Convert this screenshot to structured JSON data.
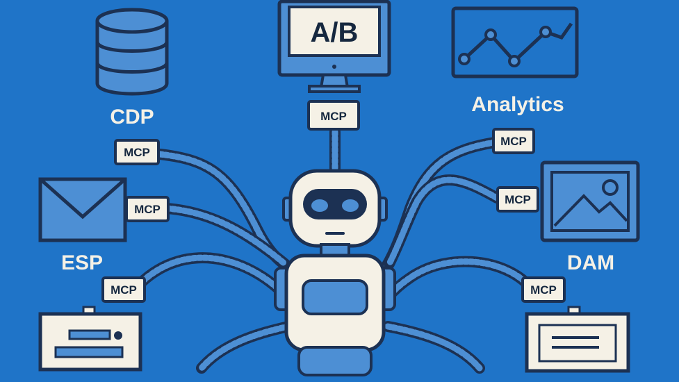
{
  "colors": {
    "background": "#1f74c8",
    "outline": "#1c3153",
    "cream": "#f5f1e6",
    "mid_blue": "#4d8fd4",
    "dark_navy": "#16283f"
  },
  "labels": {
    "cdp": "CDP",
    "analytics": "Analytics",
    "esp": "ESP",
    "dam": "DAM",
    "ab": "A/B"
  },
  "connector_label": "MCP",
  "icons": {
    "cdp": "database-icon",
    "ab": "monitor-icon",
    "analytics": "line-chart-icon",
    "esp": "envelope-icon",
    "dam": "image-icon",
    "form_left": "form-card-icon",
    "form_right": "document-card-icon",
    "center": "robot-icon"
  }
}
